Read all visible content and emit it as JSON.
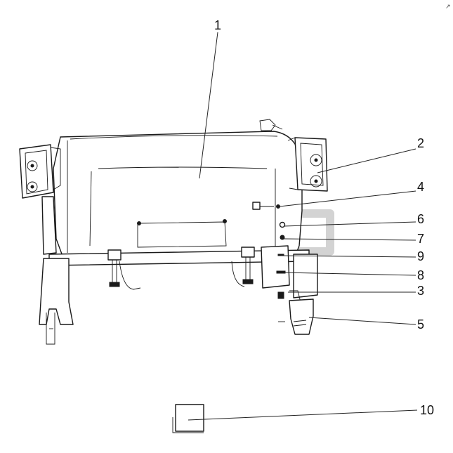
{
  "callouts": [
    {
      "id": "1",
      "text": "1"
    },
    {
      "id": "2",
      "text": "2"
    },
    {
      "id": "3",
      "text": "3"
    },
    {
      "id": "4",
      "text": "4"
    },
    {
      "id": "5",
      "text": "5"
    },
    {
      "id": "6",
      "text": "6"
    },
    {
      "id": "7",
      "text": "7"
    },
    {
      "id": "8",
      "text": "8"
    },
    {
      "id": "9",
      "text": "9"
    },
    {
      "id": "10",
      "text": "10"
    }
  ],
  "colors": {
    "line": "#1a1a1a",
    "watermark": "#c8c8c8",
    "background": "#ffffff"
  }
}
